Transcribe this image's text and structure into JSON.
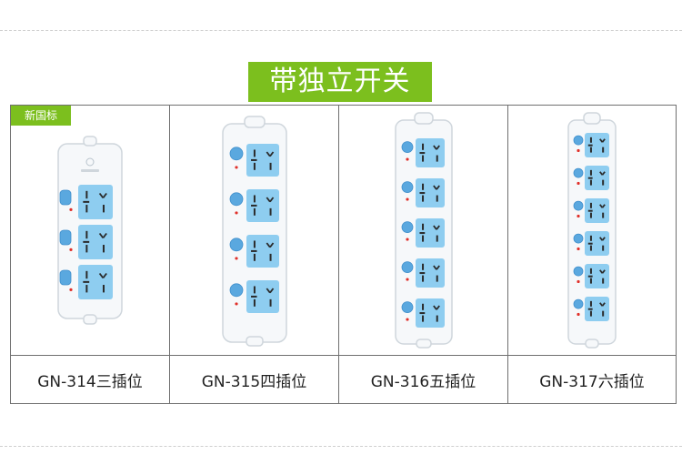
{
  "banner_title": "带独立开关",
  "badge": "新国标",
  "products": [
    {
      "label": "GN-314三插位",
      "sockets": 3
    },
    {
      "label": "GN-315四插位",
      "sockets": 4
    },
    {
      "label": "GN-316五插位",
      "sockets": 5
    },
    {
      "label": "GN-317六插位",
      "sockets": 6
    }
  ],
  "colors": {
    "accent_green": "#7cbf1e",
    "socket_blue": "#8ecdf0",
    "switch_blue": "#5aa8df",
    "indicator_red": "#e0302a",
    "strip_white": "#f6f8fa",
    "border": "#6f6f6f"
  }
}
